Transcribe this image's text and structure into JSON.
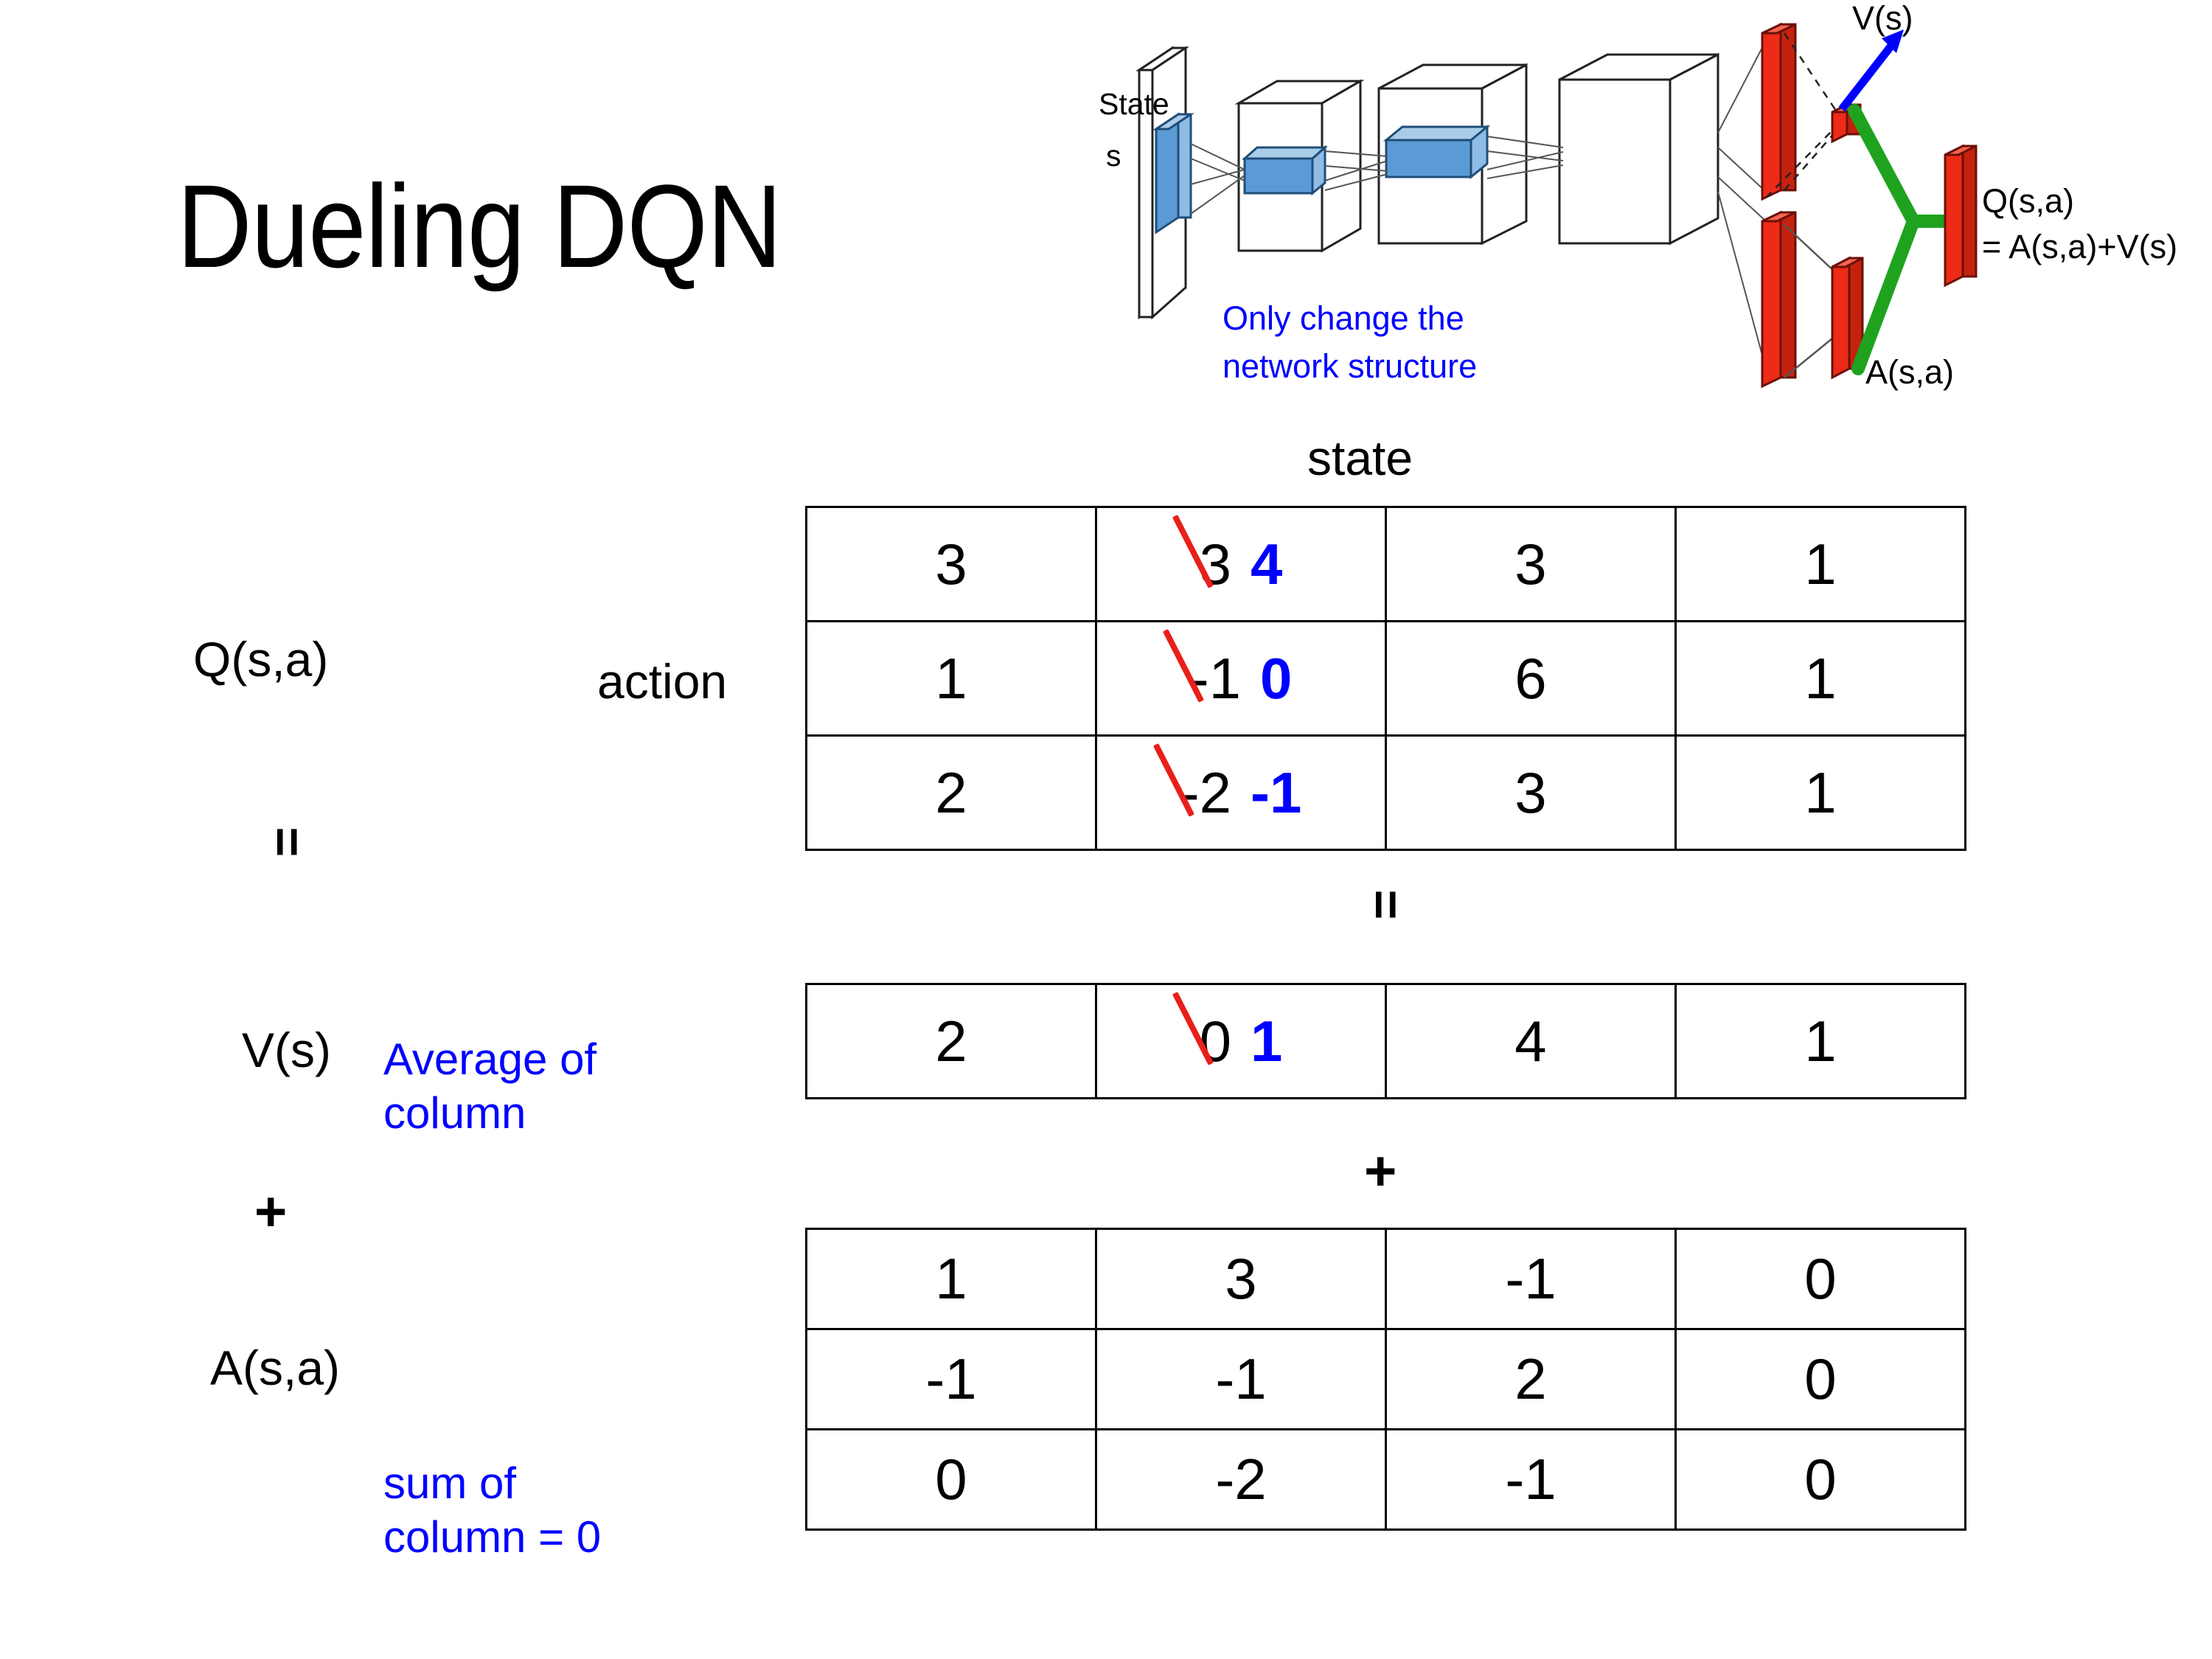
{
  "title": "Dueling DQN",
  "diagram": {
    "state_label_line1": "State",
    "state_label_line2": "s",
    "note_line1": "Only change the",
    "note_line2": "network structure",
    "value_output": "V(s)",
    "advantage_output": "A(s,a)",
    "q_output_line1": "Q(s,a)",
    "q_output_line2": "= A(s,a)+V(s)",
    "colors": {
      "note": "#0000FF",
      "filter": "#5B9BD5",
      "output_bar": "#ED2B17",
      "combine_line": "#1FA31F",
      "value_arrow": "#0000FF"
    }
  },
  "labels": {
    "state_axis": "state",
    "action_axis": "action",
    "q_function": "Q(s,a)",
    "v_function": "V(s)",
    "a_function": "A(s,a)",
    "equals": "=",
    "plus": "+",
    "avg_note_line1": "Average of",
    "avg_note_line2": "column",
    "sum_note_line1": "sum of",
    "sum_note_line2": "column = 0"
  },
  "colors": {
    "correction_new": "#0000FF",
    "strikethrough": "#E8201A",
    "text": "#000000",
    "note": "#0000FF"
  },
  "chart_data": {
    "type": "table",
    "title": "Dueling DQN value / advantage decomposition",
    "xlabel": "state",
    "ylabel": "action",
    "tables": [
      {
        "name": "Q(s,a)",
        "rows": 3,
        "cols": 4,
        "values": [
          [
            "3",
            "3",
            "3",
            "1"
          ],
          [
            "1",
            "-1",
            "6",
            "1"
          ],
          [
            "2",
            "-2",
            "3",
            "1"
          ]
        ],
        "corrections": [
          {
            "row": 0,
            "col": 1,
            "old": "3",
            "new": "4"
          },
          {
            "row": 1,
            "col": 1,
            "old": "-1",
            "new": "0"
          },
          {
            "row": 2,
            "col": 1,
            "old": "-2",
            "new": "-1"
          }
        ]
      },
      {
        "name": "V(s)",
        "rows": 1,
        "cols": 4,
        "values": [
          [
            "2",
            "0",
            "4",
            "1"
          ]
        ],
        "corrections": [
          {
            "row": 0,
            "col": 1,
            "old": "0",
            "new": "1"
          }
        ]
      },
      {
        "name": "A(s,a)",
        "rows": 3,
        "cols": 4,
        "values": [
          [
            "1",
            "3",
            "-1",
            "0"
          ],
          [
            "-1",
            "-1",
            "2",
            "0"
          ],
          [
            "0",
            "-2",
            "-1",
            "0"
          ]
        ],
        "corrections": []
      }
    ]
  }
}
